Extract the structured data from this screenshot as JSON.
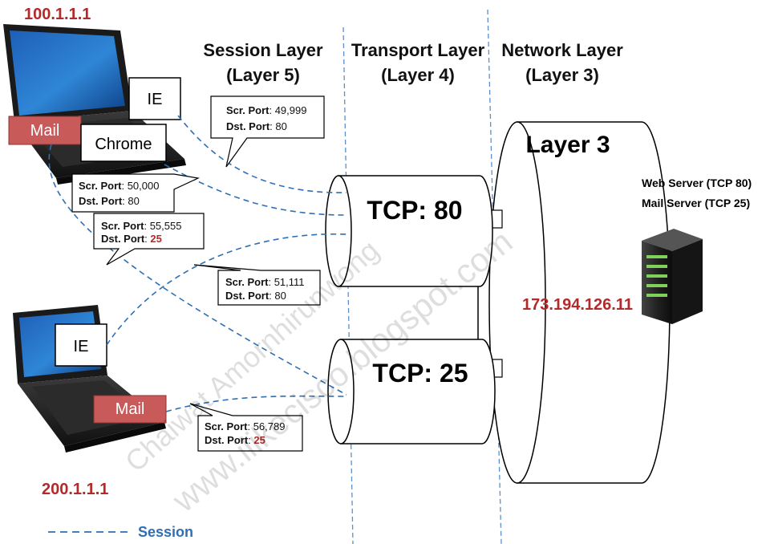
{
  "hosts": {
    "host_a_ip": "100.1.1.1",
    "host_b_ip": "200.1.1.1",
    "host_a_apps": {
      "ie": "IE",
      "mail": "Mail",
      "chrome": "Chrome"
    },
    "host_b_apps": {
      "ie": "IE",
      "mail": "Mail"
    }
  },
  "layers": {
    "session": {
      "name": "Session Layer",
      "num": "(Layer 5)"
    },
    "transport": {
      "name": "Transport Layer",
      "num": "(Layer 4)"
    },
    "network": {
      "name": "Network Layer",
      "num": "(Layer 3)"
    }
  },
  "callouts": [
    {
      "src_label": "Scr. Port",
      "src": ": 49,999",
      "dst_label": "Dst. Port",
      "dst": ": 80"
    },
    {
      "src_label": "Scr. Port",
      "src": ": 50,000",
      "dst_label": "Dst. Port",
      "dst": ": 80"
    },
    {
      "src_label": "Scr. Port",
      "src": ": 55,555",
      "dst_label": "Dst. Port",
      "dst_sep": ": ",
      "dst": "25"
    },
    {
      "src_label": "Scr. Port",
      "src": ": 51,111",
      "dst_label": "Dst. Port",
      "dst": ": 80"
    },
    {
      "src_label": "Scr. Port",
      "src": ": 56,789",
      "dst_label": "Dst. Port",
      "dst_sep": ": ",
      "dst": "25"
    }
  ],
  "tubes": {
    "tcp80": "TCP: 80",
    "tcp25": "TCP: 25",
    "layer3": "Layer 3"
  },
  "server": {
    "ip": "173.194.126.11",
    "web": "Web Server (TCP 80)",
    "mail": "Mail Server (TCP 25)"
  },
  "legend": {
    "session": "Session"
  },
  "watermark": {
    "line1": "Chaiwat Amornhirunwong",
    "line2": "www.ilikecisco.blogspot.com"
  },
  "colors": {
    "ip_red": "#b22a2a",
    "session_blue": "#2f6fb3",
    "mail_red": "#c85a5a",
    "guide_blue": "#5b8fc9"
  }
}
